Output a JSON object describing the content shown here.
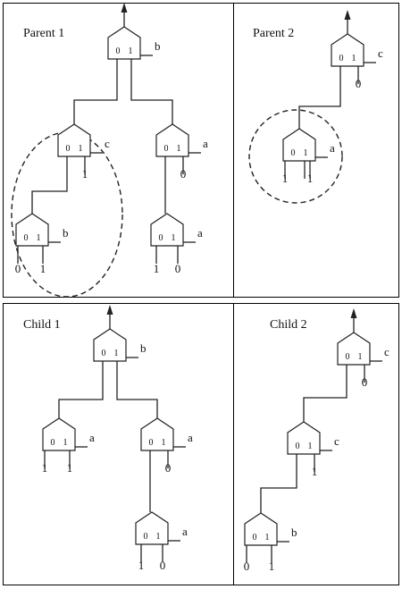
{
  "colors": {
    "line": "#222222",
    "background": "#ffffff"
  },
  "panels": {
    "p1": {
      "title": "Parent 1"
    },
    "p2": {
      "title": "Parent 2"
    },
    "c1": {
      "title": "Child 1"
    },
    "c2": {
      "title": "Child 2"
    }
  },
  "mux_ports": [
    "0",
    "1"
  ],
  "trees": {
    "p1": {
      "select": "b",
      "in0": {
        "select": "c",
        "in0": {
          "select": "b",
          "in0": "0",
          "in1": "1"
        },
        "in1": "1"
      },
      "in1": {
        "select": "a",
        "in0": {
          "select": "a",
          "in0": "1",
          "in1": "0"
        },
        "in1": "0"
      }
    },
    "p2": {
      "select": "c",
      "in0": {
        "select": "a",
        "in0": "1",
        "in1": "1"
      },
      "in1": "0"
    },
    "c1": {
      "select": "b",
      "in0": {
        "select": "a",
        "in0": "1",
        "in1": "1"
      },
      "in1": {
        "select": "a",
        "in0": {
          "select": "a",
          "in0": "1",
          "in1": "0"
        },
        "in1": "0"
      }
    },
    "c2": {
      "select": "c",
      "in0": {
        "select": "c",
        "in0": {
          "select": "b",
          "in0": "0",
          "in1": "1"
        },
        "in1": "1"
      },
      "in1": "0"
    }
  }
}
